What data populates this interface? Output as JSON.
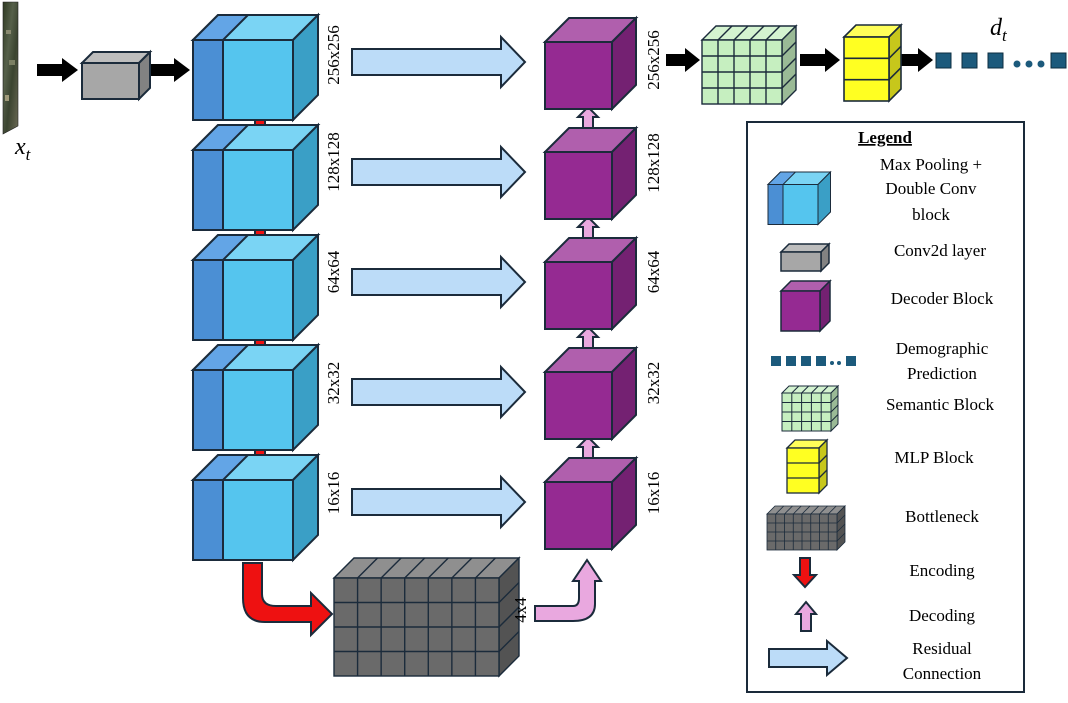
{
  "input_label": "x",
  "input_subscript": "t",
  "output_label": "d",
  "output_subscript": "t",
  "encoder_sizes": [
    "256x256",
    "128x128",
    "64x64",
    "32x32",
    "16x16"
  ],
  "bottleneck_size": "4x4",
  "decoder_sizes": [
    "256x256",
    "128x128",
    "64x64",
    "32x32",
    "16x16"
  ],
  "legend": {
    "title": "Legend",
    "maxpool_line1": "Max Pooling +",
    "maxpool_line2": "Double Conv",
    "maxpool_line3": "block",
    "conv2d": "Conv2d layer",
    "decoder": "Decoder Block",
    "demographic_line1": "Demographic",
    "demographic_line2": "Prediction",
    "semantic": "Semantic Block",
    "mlp": "MLP Block",
    "bottleneck": "Bottleneck",
    "encoding": "Encoding",
    "decoding": "Decoding",
    "residual_line1": "Residual",
    "residual_line2": "Connection"
  },
  "colors": {
    "encoder_front": "#55c5ee",
    "encoder_left": "#4b8fd4",
    "decoder_front": "#952a92",
    "residual_arrow": "#bcdcf8",
    "encoding_arrow": "#ee1111",
    "decoding_arrow": "#e9a8df",
    "semantic": "#c6efc0",
    "mlp": "#ffff22",
    "bottleneck": "#6a6a6a",
    "output_square": "#1c5a7c"
  }
}
